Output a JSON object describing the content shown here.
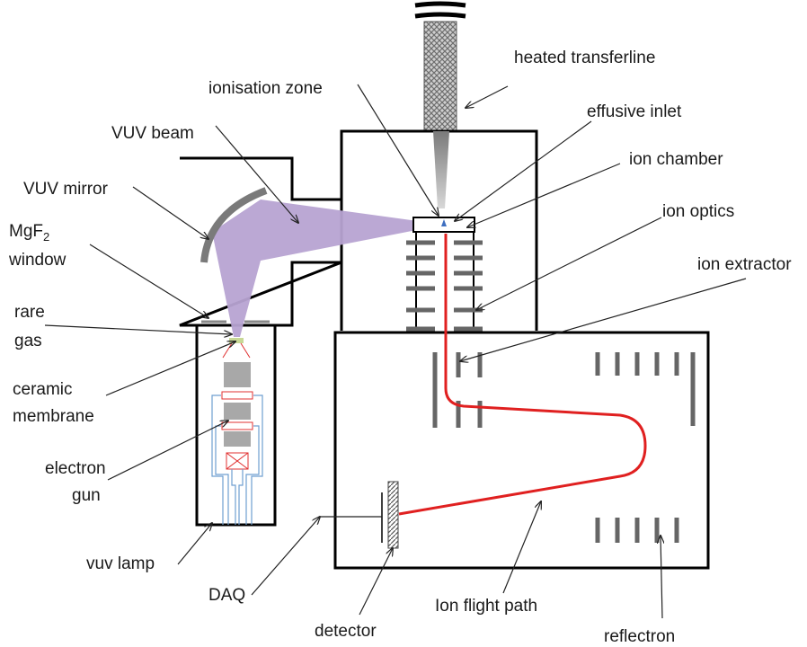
{
  "labels": {
    "heated_transferline": "heated transferline",
    "ionisation_zone": "ionisation zone",
    "effusive_inlet": "effusive inlet",
    "vuv_beam": "VUV beam",
    "ion_chamber": "ion chamber",
    "vuv_mirror": "VUV mirror",
    "ion_optics": "ion optics",
    "mgf2_window_line1": "MgF",
    "mgf2_window_sub": "2",
    "mgf2_window_line2": "window",
    "ion_extractor": "ion extractor",
    "rare_gas_line1": "rare",
    "rare_gas_line2": "gas",
    "ceramic_membrane_line1": "ceramic",
    "ceramic_membrane_line2": "membrane",
    "electron_gun_line1": "electron",
    "electron_gun_line2": "gun",
    "vuv_lamp": "vuv lamp",
    "daq": "DAQ",
    "detector": "detector",
    "ion_flight_path": "Ion flight path",
    "reflectron": "reflectron"
  },
  "colors": {
    "outline": "#000000",
    "vuv_beam": "#b7a3d2",
    "ion_path": "#e02020",
    "optics_grey": "#666666",
    "filament_wire": "#6f9fd0",
    "transferline_hatch": "#9a9a9a"
  }
}
